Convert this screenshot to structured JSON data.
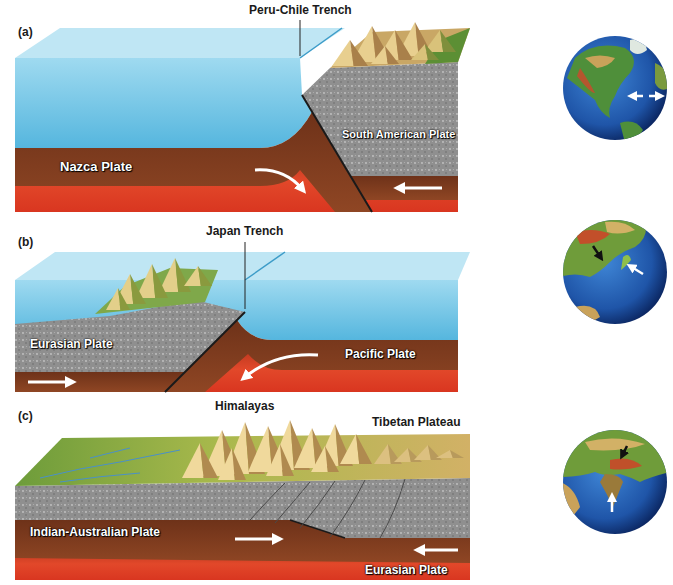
{
  "diagram": {
    "labels": [
      "Peru-Chile Trench",
      "(a)",
      "Nazca Plate",
      "South American Plate",
      "Japan Trench",
      "(b)",
      "Eurasian Plate",
      "Pacific Plate",
      "Himalayas",
      "(c)",
      "Tibetan Plateau",
      "Indian-Australian Plate",
      "Eurasian Plate"
    ]
  }
}
